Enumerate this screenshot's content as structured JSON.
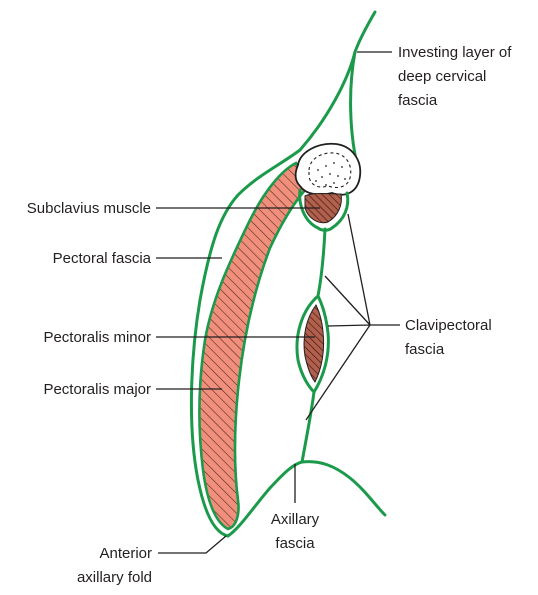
{
  "labels": {
    "investing_layer": [
      "Investing layer of",
      "deep cervical",
      "fascia"
    ],
    "subclavius": "Subclavius muscle",
    "pectoral_fascia": "Pectoral fascia",
    "pectoralis_minor": "Pectoralis minor",
    "pectoralis_major": "Pectoralis major",
    "clavipectoral": [
      "Clavipectoral",
      "fascia"
    ],
    "axillary_fascia": [
      "Axillary",
      "fascia"
    ],
    "anterior_fold": [
      "Anterior",
      "axillary fold"
    ]
  },
  "colors": {
    "fascia": "#1a9a4a",
    "muscle_fill": "#f0907c",
    "muscle_hatch": "#4a2018",
    "subclavius_fill": "#8a4a3a",
    "bone_fill": "#ffffff",
    "text": "#231f20"
  }
}
